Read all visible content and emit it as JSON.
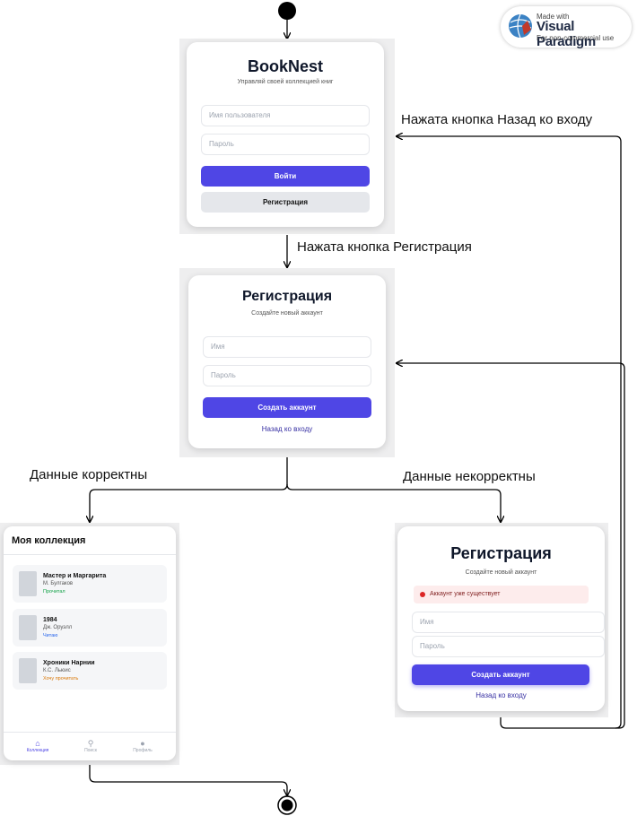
{
  "watermark": {
    "made_with": "Made with",
    "brand": "Visual Paradigm",
    "note": "For non-commercial use"
  },
  "transitions": {
    "to_register": "Нажата кнопка Регистрация",
    "back_to_login": "Нажата кнопка Назад ко входу",
    "data_correct": "Данные корректны",
    "data_incorrect": "Данные некорректны"
  },
  "login_screen": {
    "title": "BookNest",
    "subtitle": "Управляй своей коллекцией книг",
    "username_placeholder": "Имя пользователя",
    "password_placeholder": "Пароль",
    "login_button": "Войти",
    "register_button": "Регистрация"
  },
  "register_screen": {
    "title": "Регистрация",
    "subtitle": "Создайте новый аккаунт",
    "name_placeholder": "Имя",
    "password_placeholder": "Пароль",
    "create_button": "Создать аккаунт",
    "back_link": "Назад ко входу"
  },
  "register_error_screen": {
    "title": "Регистрация",
    "subtitle": "Создайте новый аккаунт",
    "error_message": "Аккаунт уже существует",
    "name_placeholder": "Имя",
    "password_placeholder": "Пароль",
    "create_button": "Создать аккаунт",
    "back_link": "Назад ко входу"
  },
  "collection_screen": {
    "title": "Моя коллекция",
    "books": [
      {
        "title": "Мастер и Маргарита",
        "author": "М. Булгаков",
        "status": "Прочитал",
        "status_color": "#16a34a"
      },
      {
        "title": "1984",
        "author": "Дж. Оруэлл",
        "status": "Читаю",
        "status_color": "#2563eb"
      },
      {
        "title": "Хроники Нарнии",
        "author": "К.С. Льюис",
        "status": "Хочу прочитать",
        "status_color": "#d97706"
      }
    ],
    "nav": [
      {
        "label": "Коллекция",
        "icon": "home-icon",
        "active": true
      },
      {
        "label": "Поиск",
        "icon": "search-icon",
        "active": false
      },
      {
        "label": "Профиль",
        "icon": "profile-icon",
        "active": false
      }
    ]
  },
  "colors": {
    "primary": "#4f46e5",
    "secondary_button": "#e5e7eb",
    "error_bg": "#fdecec",
    "error_dot": "#dc2626"
  }
}
